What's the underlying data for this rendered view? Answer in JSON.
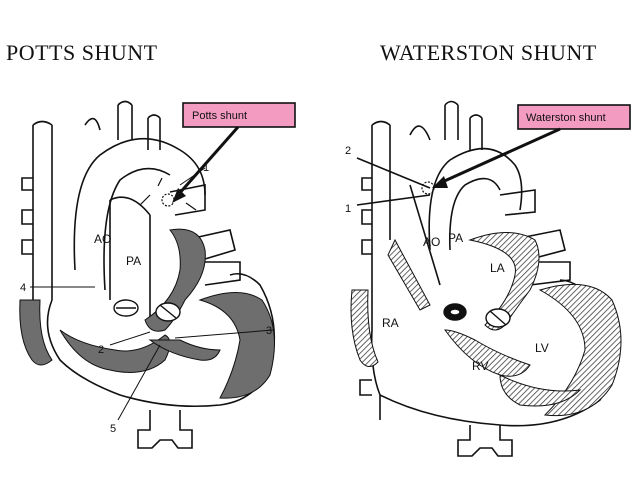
{
  "titles": {
    "left": "POTTS SHUNT",
    "right": "WATERSTON SHUNT"
  },
  "left_diagram": {
    "callout": "Potts shunt",
    "labels": {
      "ao": "AO",
      "pa": "PA"
    },
    "numbers": [
      "1",
      "2",
      "3",
      "4",
      "5"
    ]
  },
  "right_diagram": {
    "callout": "Waterston shunt",
    "labels": {
      "ao": "AO",
      "pa": "PA",
      "la": "LA",
      "ra": "RA",
      "rv": "RV",
      "lv": "LV"
    },
    "numbers": [
      "1",
      "2"
    ]
  },
  "colors": {
    "callout_fill": "#f49bc2",
    "wall_fill": "#6e6e6e",
    "line": "#111111"
  }
}
